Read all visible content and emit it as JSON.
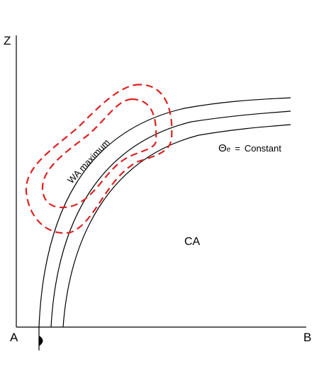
{
  "axes": {
    "vertical_label": "Z",
    "origin_label": "A",
    "horizontal_label": "B"
  },
  "labels": {
    "region_center": "CA",
    "dashed_region": "WA maximum",
    "isentrope_symbol": "Θ",
    "isentrope_subscript": "e",
    "isentrope_equals": "=",
    "isentrope_value": "Constant"
  },
  "colors": {
    "lines": "#000000",
    "dashed_contours": "#dd2222"
  },
  "curve_count": 3,
  "dashed_contour_count": 2
}
